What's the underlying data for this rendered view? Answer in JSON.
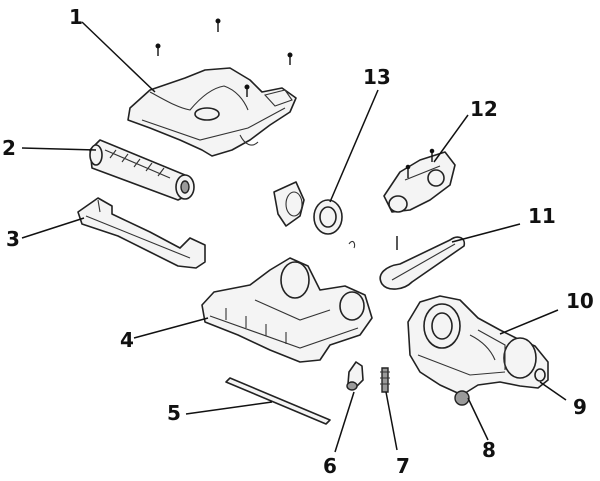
{
  "diagram": {
    "type": "exploded-parts-diagram",
    "callouts": [
      {
        "label": "1",
        "part": "nozzle-top-cover"
      },
      {
        "label": "2",
        "part": "brush-roll"
      },
      {
        "label": "3",
        "part": "bottom-plate"
      },
      {
        "label": "4",
        "part": "base-housing"
      },
      {
        "label": "5",
        "part": "rod"
      },
      {
        "label": "6",
        "part": "wheel-small"
      },
      {
        "label": "7",
        "part": "pin-spring"
      },
      {
        "label": "8",
        "part": "rear-wheel"
      },
      {
        "label": "9",
        "part": "pivot-cap"
      },
      {
        "label": "10",
        "part": "motor-housing"
      },
      {
        "label": "11",
        "part": "drive-belt"
      },
      {
        "label": "12",
        "part": "brush-drive-assembly"
      },
      {
        "label": "13",
        "part": "seal-ring"
      }
    ]
  }
}
